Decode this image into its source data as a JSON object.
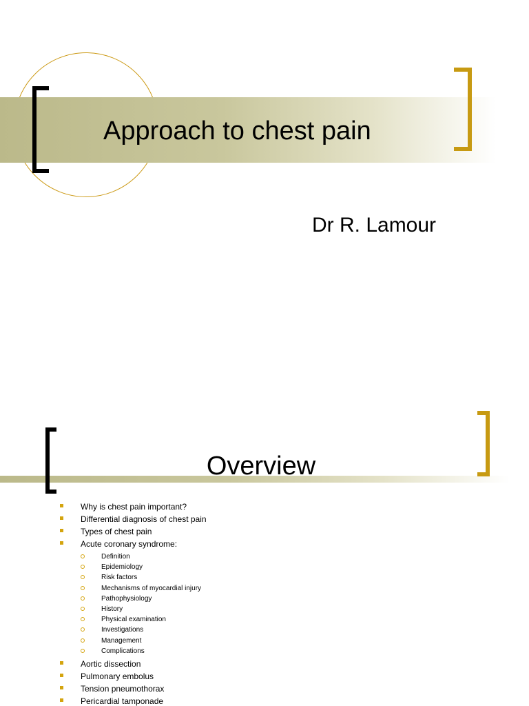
{
  "slide1": {
    "title": "Approach to chest pain",
    "author": "Dr R. Lamour"
  },
  "slide2": {
    "title": "Overview",
    "items": [
      "Why is chest pain important?",
      "Differential diagnosis of chest pain",
      "Types of chest pain",
      "Acute coronary syndrome:"
    ],
    "subitems": [
      "Definition",
      "Epidemiology",
      "Risk factors",
      "Mechanisms of myocardial injury",
      "Pathophysiology",
      "History",
      "Physical examination",
      "Investigations",
      "Management",
      "Complications"
    ],
    "items_after": [
      "Aortic dissection",
      "Pulmonary embolus",
      "Tension pneumothorax",
      "Pericardial tamponade"
    ]
  },
  "colors": {
    "accent_gold": "#c79a12",
    "band_olive": "#bbb98a",
    "bracket_black": "#000000"
  },
  "icons": {
    "bullet_level1": "filled-square-bullet-icon",
    "bullet_level2": "hollow-circle-bullet-icon"
  }
}
